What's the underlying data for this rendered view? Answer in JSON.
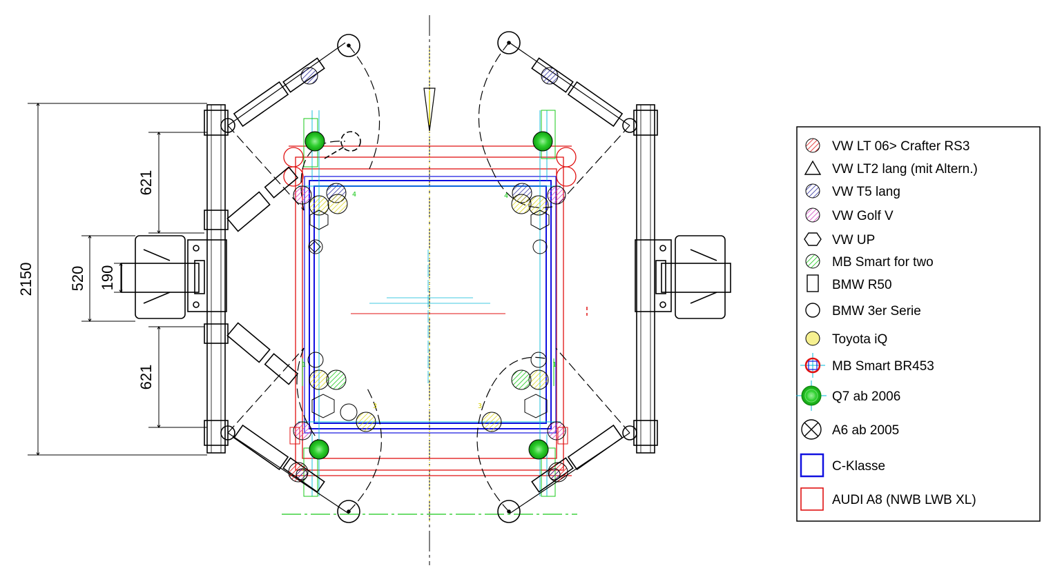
{
  "colors": {
    "line": "#000000",
    "blue": "#1010e0",
    "red": "#e01010",
    "cyan": "#00b8d8",
    "green": "#18c818",
    "yellow_marker": "#d8d000",
    "pink": "#d040c0",
    "navy_hatch": "#3030a0"
  },
  "dimensions": {
    "overall": "2150",
    "upper_arm": "621",
    "lower_arm": "621",
    "column_spacing": "520",
    "column_width": "190"
  },
  "point_numbers": {
    "upper_left": "4",
    "upper_right": "4",
    "lower_left": "1",
    "lower_right": "1",
    "lower_left_inner": "3",
    "lower_right_inner": "3"
  },
  "legend": {
    "items": [
      {
        "label": "VW LT 06> Crafter RS3",
        "icon": "red-hatched-circle-icon",
        "color": "#e01010"
      },
      {
        "label": "VW LT2 lang (mit Altern.)",
        "icon": "triangle-icon",
        "color": "#000000"
      },
      {
        "label": "VW T5 lang",
        "icon": "blue-hatched-circle-icon",
        "color": "#3030a0"
      },
      {
        "label": "VW Golf V",
        "icon": "pink-hatched-circle-icon",
        "color": "#d040c0"
      },
      {
        "label": "VW UP",
        "icon": "hexagon-icon",
        "color": "#000000"
      },
      {
        "label": "MB Smart for two",
        "icon": "green-hatched-circle-icon",
        "color": "#18c818"
      },
      {
        "label": "BMW R50",
        "icon": "rectangle-icon",
        "color": "#000000"
      },
      {
        "label": "BMW 3er Serie",
        "icon": "circle-icon",
        "color": "#000000"
      },
      {
        "label": "Toyota iQ",
        "icon": "yellow-circle-icon",
        "color": "#d8d000"
      },
      {
        "label": "MB Smart BR453",
        "icon": "red-square-cross-icon",
        "color": "#e01010"
      },
      {
        "label": "Q7 ab 2006",
        "icon": "green-target-icon",
        "color": "#18c818"
      },
      {
        "label": "A6 ab 2005",
        "icon": "crossed-circle-icon",
        "color": "#000000"
      },
      {
        "label": "C-Klasse",
        "icon": "blue-square-icon",
        "color": "#1010e0"
      },
      {
        "label": "AUDI A8 (NWB LWB XL)",
        "icon": "red-square-icon",
        "color": "#e01010"
      }
    ]
  }
}
